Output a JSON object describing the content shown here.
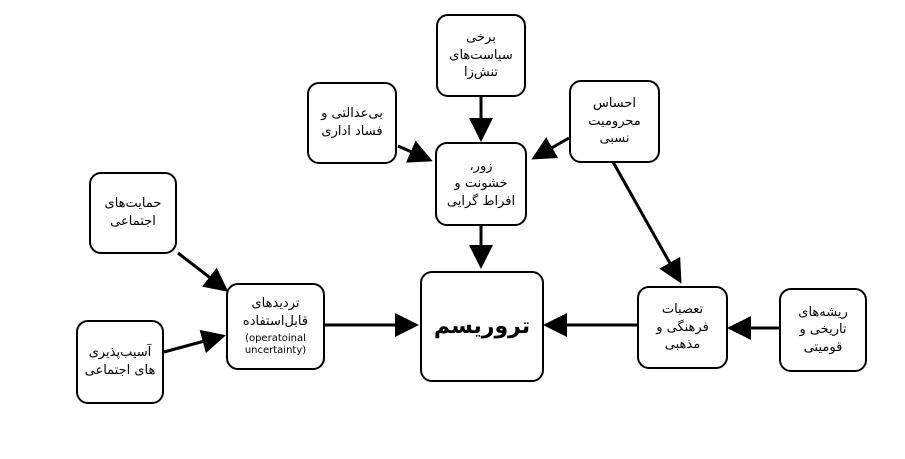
{
  "nodes": {
    "policies": "برخی\nسیاست‌های\nتنش‌زا",
    "injustice": "بی‌عدالتی و\nفساد اداری",
    "deprivation": "احساس\nمحرومیت\nنسبی",
    "violence": "زور،\nخشونت و\nافراط گرایی",
    "social_support": "حمایت‌های\nاجتماعی",
    "uncertainty": "تردیدهای\nقابل‌استفاده",
    "uncertainty_en": "(operatoinal\nuncertainty)",
    "terrorism": "تروریسم",
    "prejudice": "تعصبات\nفرهنگی و\nمذهبی",
    "roots": "ریشه‌های\nتاریخی و\nقومیتی",
    "vulnerability": "آسیب‌پذیری\nهای اجتماعی"
  },
  "colors": {
    "stroke": "#000000",
    "fill": "#ffffff"
  }
}
